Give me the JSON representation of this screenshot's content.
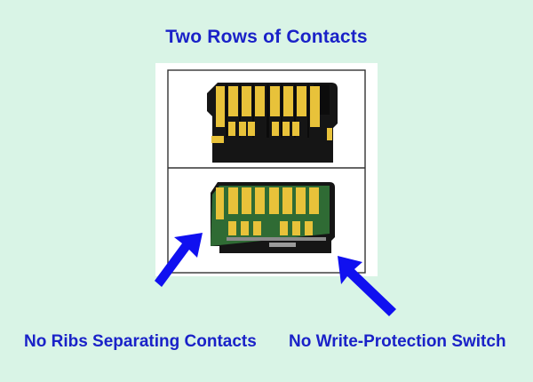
{
  "title": "Two Rows of Contacts",
  "captions": {
    "left": "No Ribs Separating Contacts",
    "right": "No Write-Protection Switch"
  },
  "colors": {
    "background": "#d9f4e6",
    "text": "#1a22c8",
    "arrow": "#1010f0",
    "contact_gold": "#e8c23a",
    "card_black": "#141414",
    "card_green": "#2f6b34"
  },
  "icons": [
    "arrow-icon"
  ]
}
